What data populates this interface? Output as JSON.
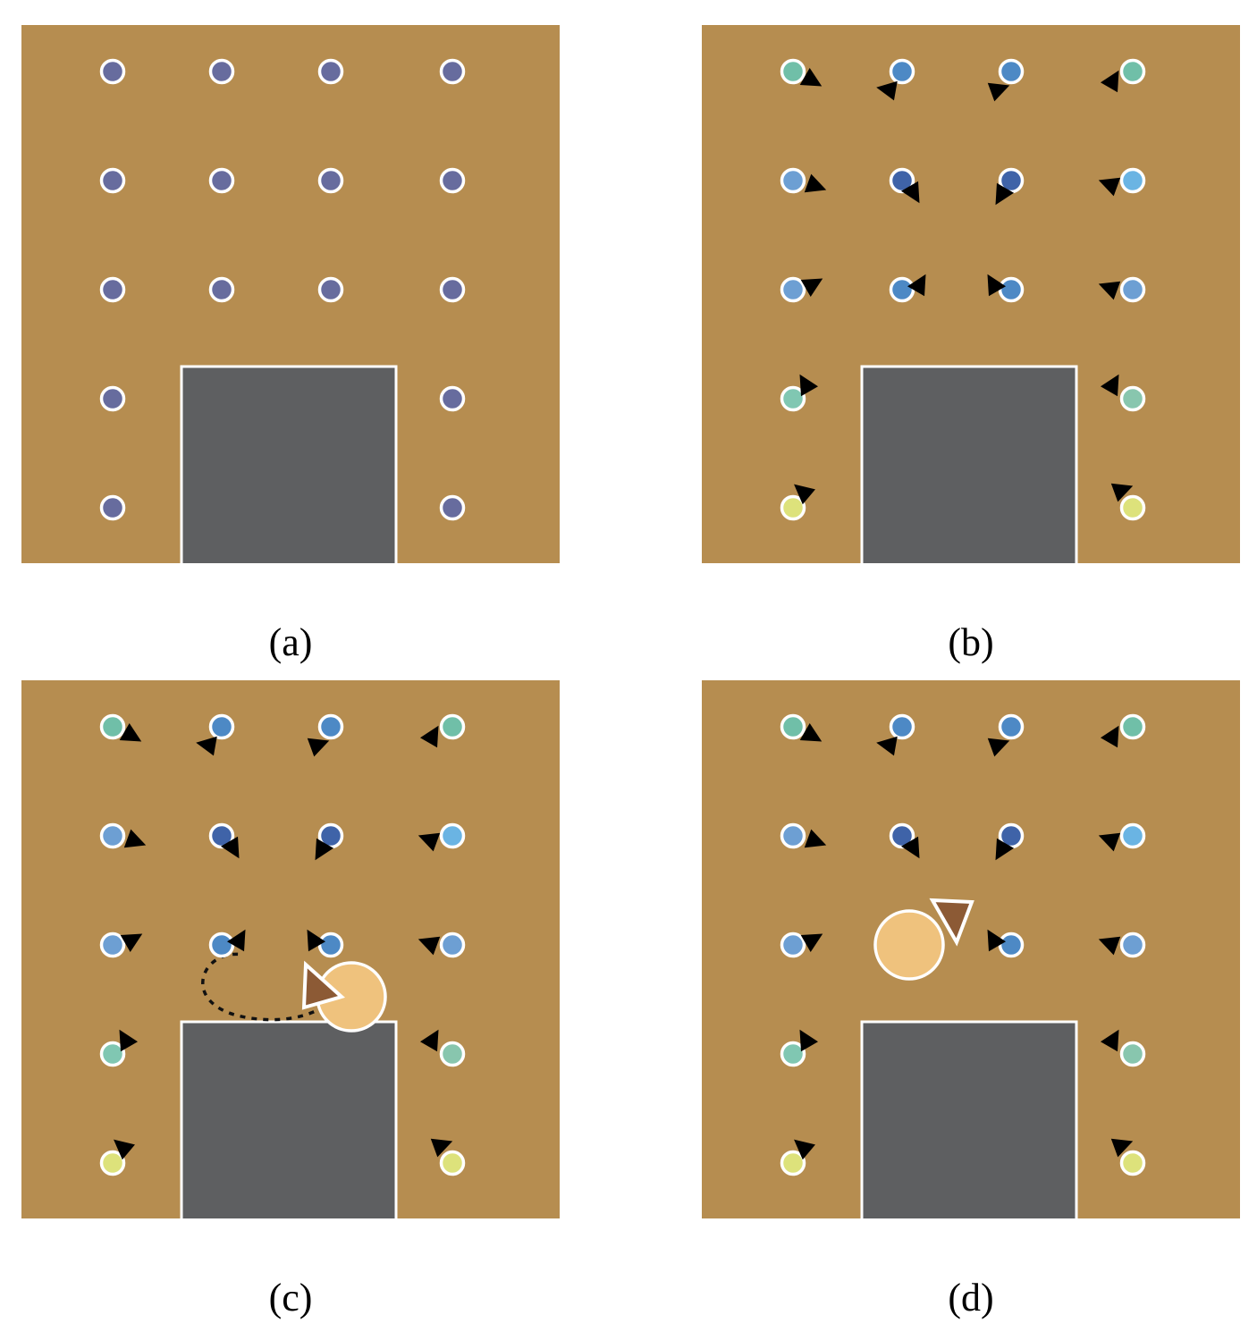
{
  "captions": {
    "a": "(a)",
    "b": "(b)",
    "c": "(c)",
    "d": "(d)"
  },
  "colors": {
    "floor": "#b68d50",
    "obstacle": "#5e5f61",
    "outline": "#ffffff",
    "node_default": "#676c9e",
    "agent_body": "#efc27d",
    "agent_heading": "#8c5a35",
    "direction_marker": "#000000"
  },
  "node_colors": {
    "panel_a": [
      "#676c9e",
      "#676c9e",
      "#676c9e",
      "#676c9e",
      "#676c9e",
      "#676c9e",
      "#676c9e",
      "#676c9e",
      "#676c9e",
      "#676c9e",
      "#676c9e",
      "#676c9e",
      "#676c9e",
      "#676c9e",
      "#676c9e",
      "#676c9e"
    ],
    "panels_bcd": [
      "#70bfa8",
      "#4d89c5",
      "#4d89c5",
      "#70bfa8",
      "#6d9fd3",
      "#3f63a8",
      "#3f63a8",
      "#6ab4e3",
      "#6d9fd3",
      "#4d89c5",
      "#4d89c5",
      "#6d9fd3",
      "#80c7b2",
      "#88c6ae",
      "#dde27b",
      "#dde27b"
    ]
  },
  "icons": [
    "start-node-icon",
    "direction-marker-icon",
    "agent-body-icon",
    "agent-heading-icon",
    "trajectory-path-icon"
  ]
}
